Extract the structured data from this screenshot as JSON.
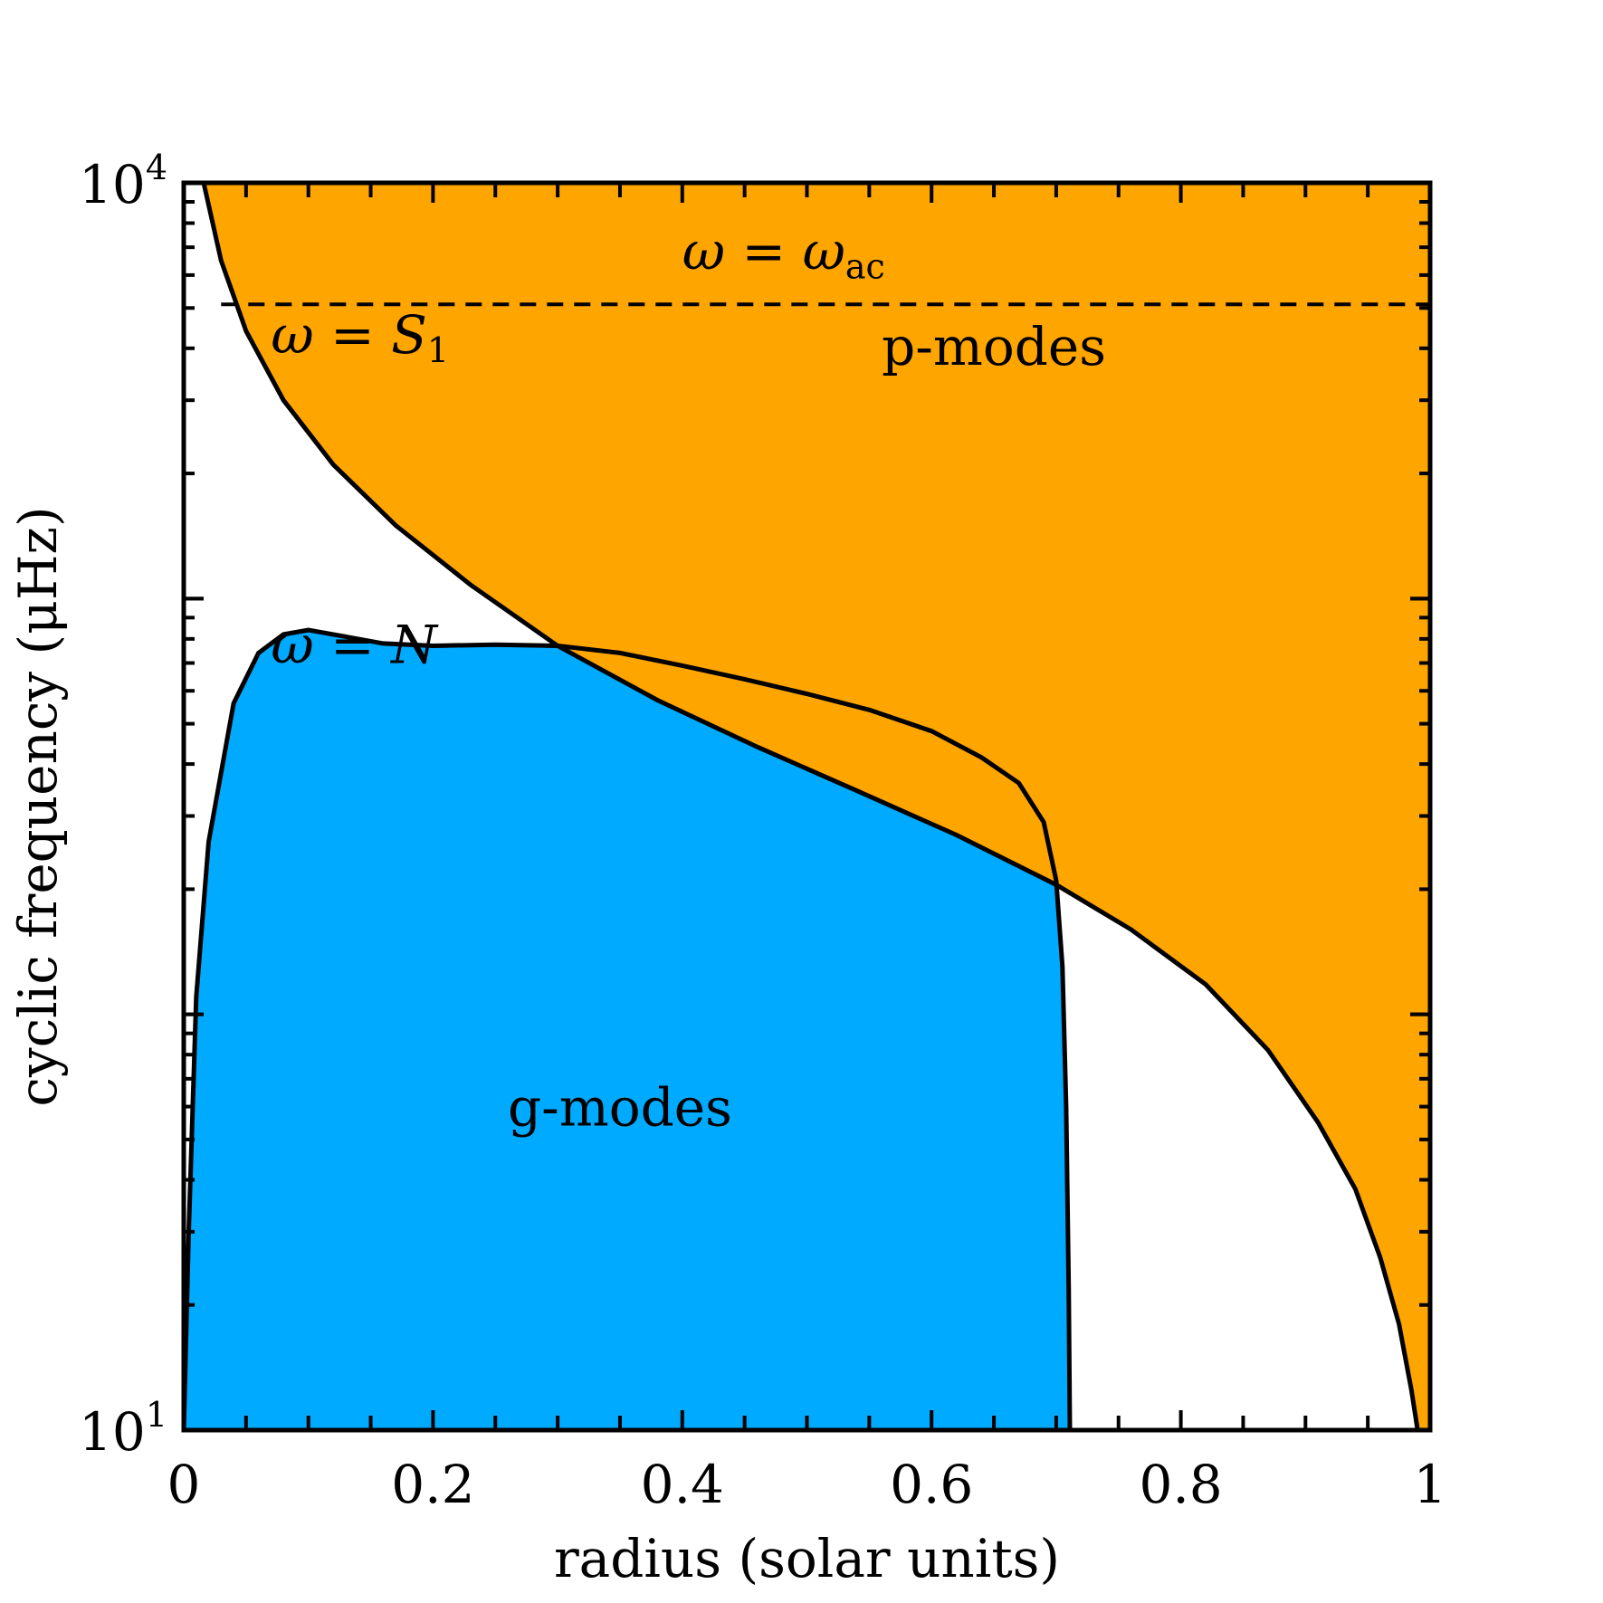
{
  "chart_data": {
    "type": "area",
    "xlabel": "radius (solar units)",
    "ylabel": "cyclic frequency (μHz)",
    "xlim": [
      0,
      1
    ],
    "ylim": [
      10,
      10000
    ],
    "yscale": "log",
    "xticks": [
      0,
      0.2,
      0.4,
      0.6,
      0.8,
      1
    ],
    "xtick_labels": [
      "0",
      "0.2",
      "0.4",
      "0.6",
      "0.8",
      "1"
    ],
    "yticks": [
      10,
      10000
    ],
    "ytick_labels": [
      {
        "base": "10",
        "exp": "1"
      },
      {
        "base": "10",
        "exp": "4"
      }
    ],
    "colors": {
      "p_modes": "#ffa500",
      "g_modes": "#00aaff",
      "curve": "#000000"
    },
    "region_labels": {
      "p_modes": "p-modes",
      "g_modes": "g-modes"
    },
    "curve_labels": {
      "S1": {
        "text": "ω = S",
        "sub": "1"
      },
      "N": {
        "text": "ω = N",
        "sub": ""
      },
      "wac": {
        "text": "ω = ω",
        "sub": "ac"
      }
    },
    "series": [
      {
        "key": "S1",
        "x": [
          0.016,
          0.03,
          0.05,
          0.08,
          0.12,
          0.17,
          0.23,
          0.3,
          0.38,
          0.46,
          0.54,
          0.62,
          0.7,
          0.76,
          0.82,
          0.87,
          0.91,
          0.94,
          0.96,
          0.975,
          0.985,
          0.99
        ],
        "y": [
          10000,
          6500,
          4400,
          3000,
          2100,
          1500,
          1080,
          770,
          570,
          440,
          345,
          270,
          205,
          160,
          118,
          82,
          55,
          38,
          26,
          18,
          12.5,
          10
        ]
      },
      {
        "key": "N",
        "x": [
          0,
          0.004,
          0.01,
          0.02,
          0.04,
          0.06,
          0.08,
          0.1,
          0.13,
          0.16,
          0.2,
          0.25,
          0.3,
          0.35,
          0.4,
          0.45,
          0.5,
          0.55,
          0.6,
          0.64,
          0.67,
          0.69,
          0.7,
          0.705,
          0.708,
          0.71,
          0.711
        ],
        "y": [
          10,
          30,
          110,
          260,
          560,
          740,
          820,
          840,
          810,
          780,
          770,
          775,
          770,
          740,
          690,
          640,
          590,
          540,
          480,
          415,
          360,
          290,
          210,
          130,
          60,
          22,
          10
        ]
      },
      {
        "key": "wac",
        "x": [
          0.03,
          1
        ],
        "y": [
          5100,
          5100
        ],
        "style": "dashed"
      }
    ]
  }
}
